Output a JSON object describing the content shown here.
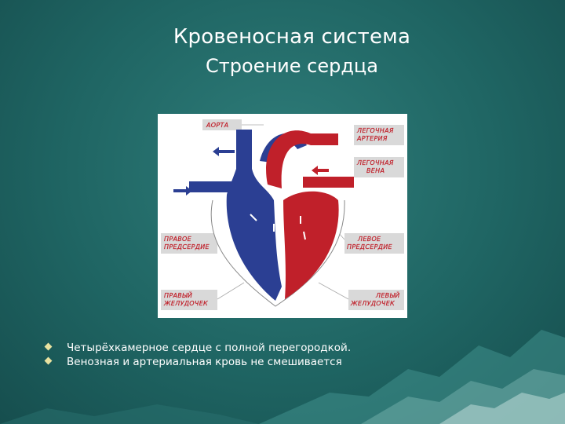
{
  "slide": {
    "title": "Кровеносная система",
    "subtitle": "Строение сердца"
  },
  "figure": {
    "labels": {
      "aorta": "АОРТА",
      "pulmonary_artery_l1": "ЛЕГОЧНАЯ",
      "pulmonary_artery_l2": "АРТЕРИЯ",
      "pulmonary_vein_l1": "ЛЕГОЧНАЯ",
      "pulmonary_vein_l2": "ВЕНА",
      "right_atrium_l1": "ПРАВОЕ",
      "right_atrium_l2": "ПРЕДСЕРДИЕ",
      "left_atrium_l1": "ЛЕВОЕ",
      "left_atrium_l2": "ПРЕДСЕРДИЕ",
      "right_ventricle_l1": "ПРАВЫЙ",
      "right_ventricle_l2": "ЖЕЛУДОЧЕК",
      "left_ventricle_l1": "ЛЕВЫЙ",
      "left_ventricle_l2": "ЖЕЛУДОЧЕК"
    },
    "colors": {
      "venous": "#2b3f93",
      "arterial": "#c0202a",
      "label_bg": "#d9d9d9"
    }
  },
  "bullets": [
    "Четырёхкамерное сердце с полной перегородкой.",
    "Венозная и артериальная кровь не смешивается"
  ],
  "icons": {
    "bullet": "diamond-bullet-icon"
  }
}
